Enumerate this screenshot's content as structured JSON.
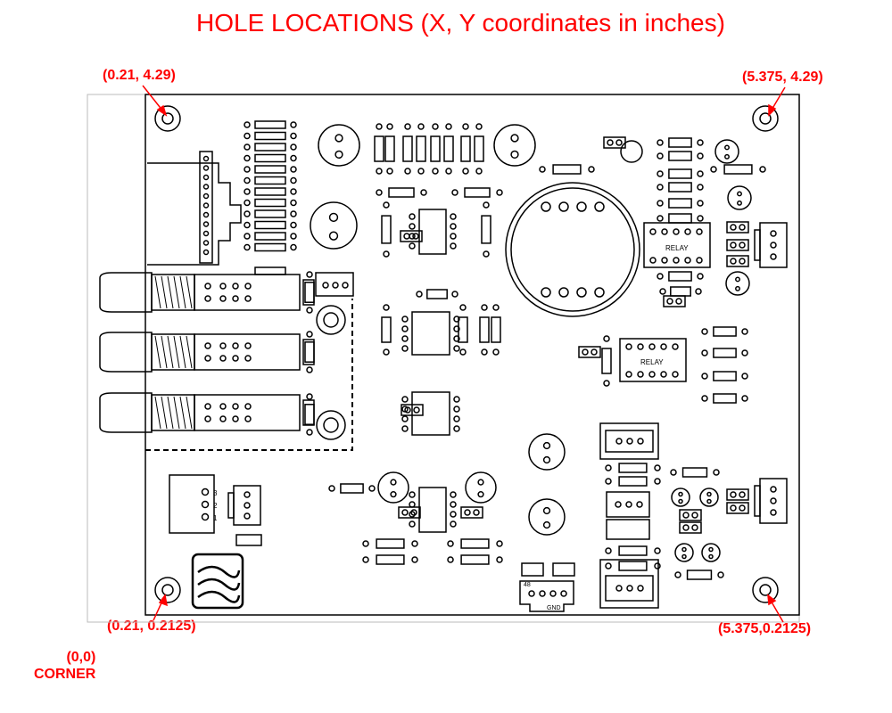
{
  "title": "HOLE LOCATIONS (X, Y coordinates in inches)",
  "holes": {
    "top_left": "(0.21, 4.29)",
    "top_right": "(5.375, 4.29)",
    "bottom_left": "(0.21, 0.2125)",
    "bottom_right": "(5.375,0.2125)"
  },
  "origin": {
    "coords": "(0,0)",
    "label": "CORNER"
  },
  "board_labels": {
    "relay_1": "RELAY",
    "relay_2": "RELAY",
    "pin_3": "3",
    "pin_2": "2",
    "pin_1": "1",
    "pin_48": "48",
    "gnd": "GND"
  },
  "colors": {
    "annotation": "#ff0000",
    "outline": "#000000"
  }
}
